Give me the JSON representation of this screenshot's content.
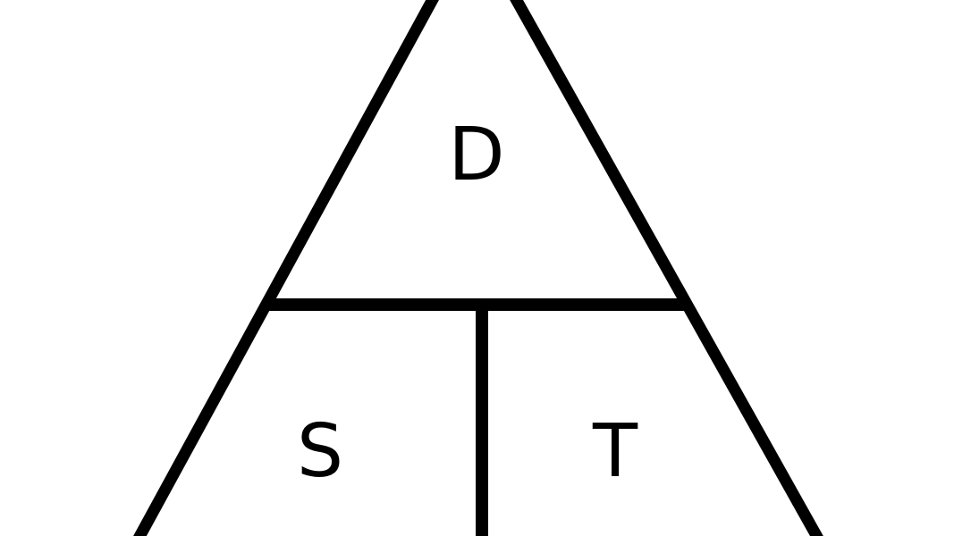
{
  "triangle": {
    "top_label": "D",
    "bottom_left_label": "S",
    "bottom_right_label": "T"
  },
  "colors": {
    "stroke": "#000000",
    "background": "#ffffff"
  }
}
